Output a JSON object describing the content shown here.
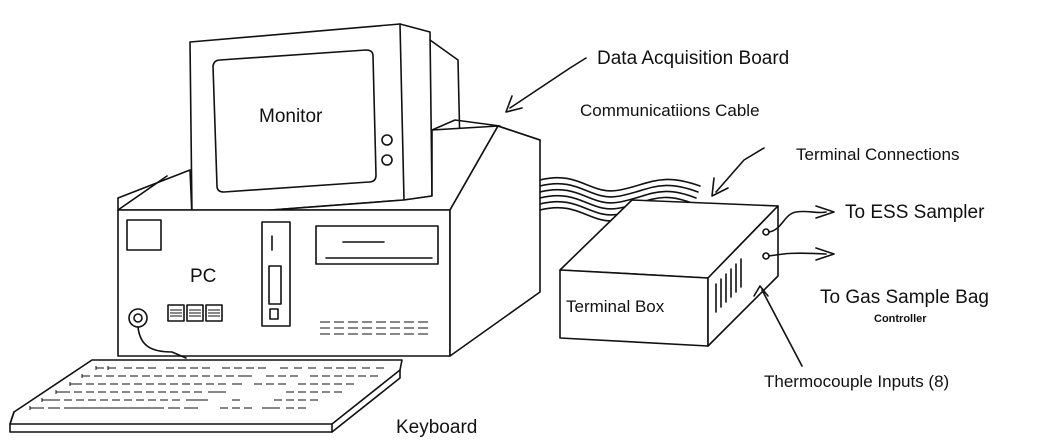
{
  "diagram": {
    "labels": {
      "monitor": "Monitor",
      "pc": "PC",
      "keyboard": "Keyboard",
      "data_acquisition_board": "Data Acquisition Board",
      "communications_cable": "Communicatiions Cable",
      "terminal_connections": "Terminal Connections",
      "terminal_box": "Terminal Box",
      "to_ess_sampler": "To ESS Sampler",
      "to_gas_sample_bag": "To Gas Sample Bag",
      "controller": "Controller",
      "thermocouple_inputs": "Thermocouple Inputs (8)"
    }
  }
}
